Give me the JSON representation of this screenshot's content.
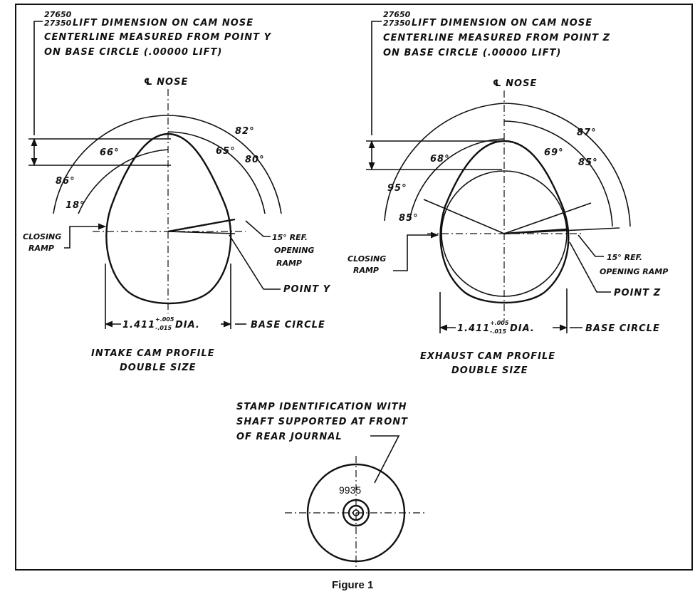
{
  "intake": {
    "lift_top": "27650",
    "lift_bottom": "27350",
    "lift_line1": "LIFT DIMENSION ON CAM NOSE",
    "lift_line2": "CENTERLINE MEASURED FROM POINT Y",
    "lift_line3": "ON BASE CIRCLE (.00000 LIFT)",
    "nose": "℄ NOSE",
    "angles": {
      "a82": "82°",
      "a66": "66°",
      "a65": "65°",
      "a80": "80°",
      "a86": "86°",
      "a18": "18°"
    },
    "closing_ramp_1": "CLOSING",
    "closing_ramp_2": "RAMP",
    "ref_1": "15° REF.",
    "ref_2": "OPENING",
    "ref_3": "RAMP",
    "point": "POINT Y",
    "dia_value": "1.411",
    "dia_tol_top": "+.005",
    "dia_tol_bottom": "-.015",
    "dia_suffix": "DIA.",
    "base_circle": "BASE CIRCLE",
    "title_1": "INTAKE CAM PROFILE",
    "title_2": "DOUBLE SIZE"
  },
  "exhaust": {
    "lift_top": "27650",
    "lift_bottom": "27350",
    "lift_line1": "LIFT DIMENSION ON CAM NOSE",
    "lift_line2": "CENTERLINE MEASURED FROM POINT Z",
    "lift_line3": "ON BASE CIRCLE (.00000 LIFT)",
    "nose": "℄ NOSE",
    "angles": {
      "a87": "87°",
      "a68": "68°",
      "a69": "69°",
      "a85r": "85°",
      "a95": "95°",
      "a85l": "85°"
    },
    "closing_ramp_1": "CLOSING",
    "closing_ramp_2": "RAMP",
    "ref_1": "15° REF.",
    "ref_2": "OPENING RAMP",
    "point": "POINT Z",
    "dia_value": "1.411",
    "dia_tol_top": "+.005",
    "dia_tol_bottom": "-.015",
    "dia_suffix": "DIA.",
    "base_circle": "BASE CIRCLE",
    "title_1": "EXHAUST CAM PROFILE",
    "title_2": "DOUBLE SIZE"
  },
  "stamp": {
    "note_1": "STAMP IDENTIFICATION WITH",
    "note_2": "SHAFT SUPPORTED AT FRONT",
    "note_3": "OF REAR JOURNAL",
    "number": "9935"
  },
  "caption": "Figure 1"
}
